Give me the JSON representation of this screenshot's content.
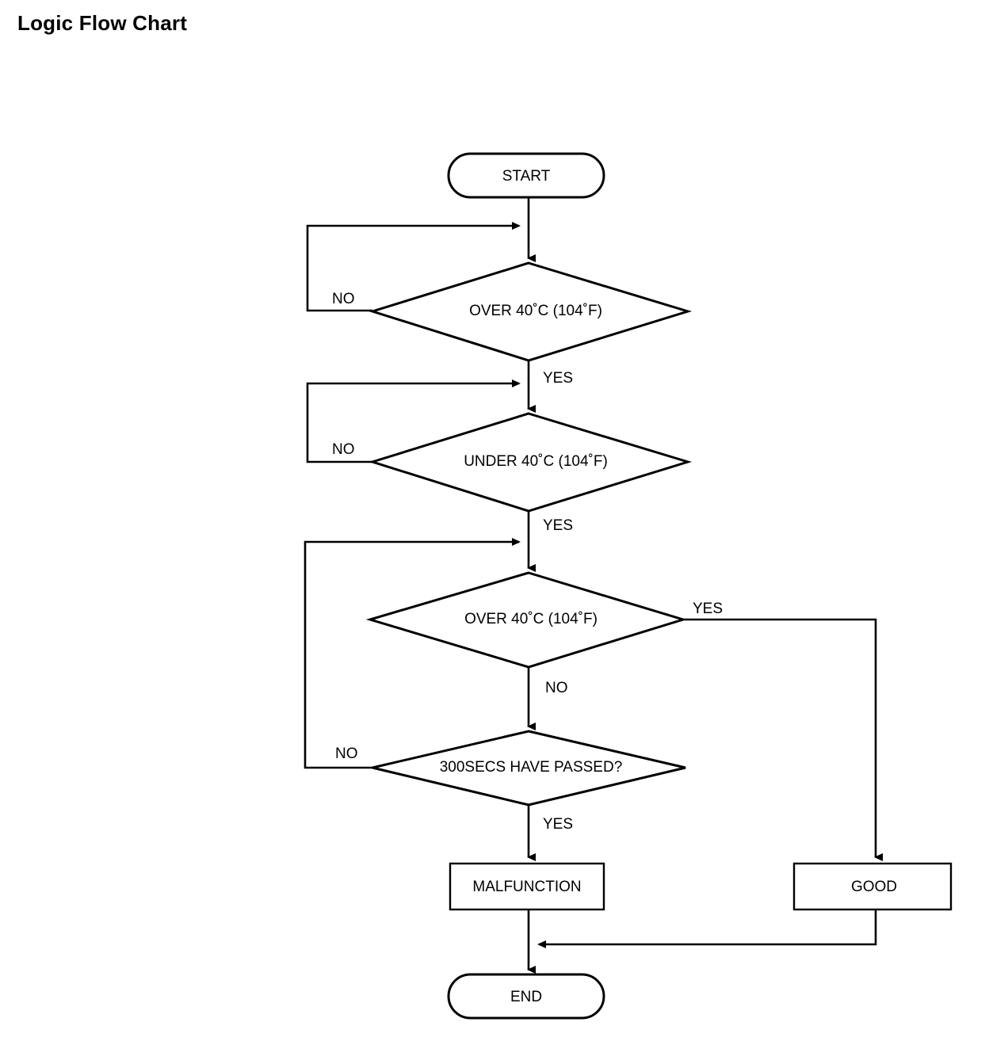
{
  "page": {
    "title": "Logic Flow Chart",
    "background_color": "#ffffff",
    "line_color": "#000000",
    "text_color": "#000000"
  },
  "chart_data": {
    "type": "diagram",
    "diagram_kind": "flowchart",
    "title": "Logic Flow Chart",
    "orientation": "top-to-bottom",
    "nodes": [
      {
        "id": "start",
        "shape": "terminator",
        "label": "START"
      },
      {
        "id": "over1",
        "shape": "decision",
        "label": "OVER 40˚C (104˚F)"
      },
      {
        "id": "under1",
        "shape": "decision",
        "label": "UNDER 40˚C (104˚F)"
      },
      {
        "id": "over2",
        "shape": "decision",
        "label": "OVER 40˚C (104˚F)"
      },
      {
        "id": "timer",
        "shape": "decision",
        "label": "300SECS HAVE PASSED?"
      },
      {
        "id": "malfunction",
        "shape": "process",
        "label": "MALFUNCTION"
      },
      {
        "id": "good",
        "shape": "process",
        "label": "GOOD"
      },
      {
        "id": "end",
        "shape": "terminator",
        "label": "END"
      }
    ],
    "edges": [
      {
        "from": "start",
        "to": "over1",
        "label": ""
      },
      {
        "from": "over1",
        "to": "over1",
        "label": "NO",
        "route": "left-loopback"
      },
      {
        "from": "over1",
        "to": "under1",
        "label": "YES"
      },
      {
        "from": "under1",
        "to": "under1",
        "label": "NO",
        "route": "left-loopback"
      },
      {
        "from": "under1",
        "to": "over2",
        "label": "YES"
      },
      {
        "from": "over2",
        "to": "good",
        "label": "YES",
        "route": "right-down"
      },
      {
        "from": "over2",
        "to": "timer",
        "label": "NO"
      },
      {
        "from": "timer",
        "to": "over2",
        "label": "NO",
        "route": "left-loopback"
      },
      {
        "from": "timer",
        "to": "malfunction",
        "label": "YES"
      },
      {
        "from": "malfunction",
        "to": "end",
        "label": ""
      },
      {
        "from": "good",
        "to": "end",
        "label": "",
        "route": "down-left-merge"
      }
    ],
    "edge_labels": [
      "NO",
      "YES",
      "NO",
      "YES",
      "YES",
      "NO",
      "NO",
      "YES"
    ]
  },
  "nodes": {
    "start": {
      "label": "START"
    },
    "decision1": {
      "label": "OVER 40˚C (104˚F)"
    },
    "decision2": {
      "label": "UNDER 40˚C (104˚F)"
    },
    "decision3": {
      "label": "OVER 40˚C (104˚F)"
    },
    "decision4": {
      "label": "300SECS HAVE PASSED?"
    },
    "malfunction": {
      "label": "MALFUNCTION"
    },
    "good": {
      "label": "GOOD"
    },
    "end": {
      "label": "END"
    }
  },
  "labels": {
    "no1": "NO",
    "yes1": "YES",
    "no2": "NO",
    "yes2": "YES",
    "yes3": "YES",
    "no3": "NO",
    "no4": "NO",
    "yes4": "YES"
  }
}
